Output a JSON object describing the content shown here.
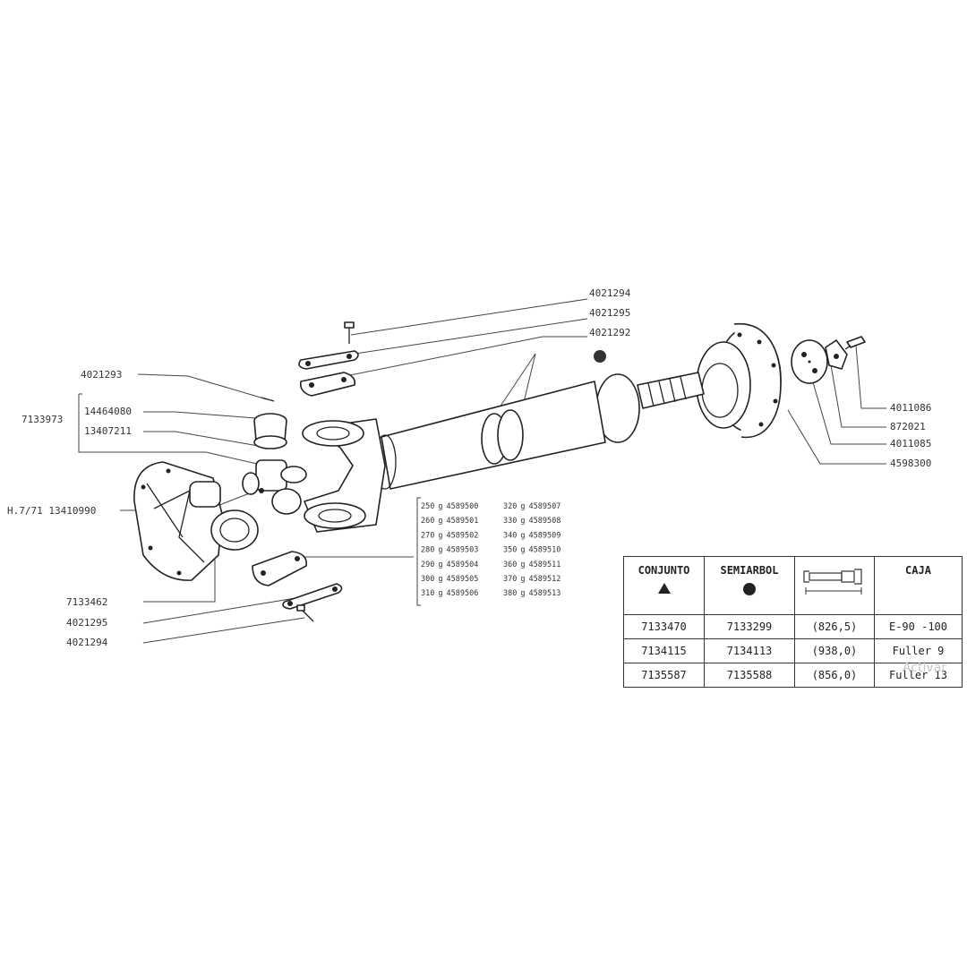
{
  "callouts": {
    "top_bolt": "4021294",
    "top_strap": "4021295",
    "top_plate": "4021292",
    "left_pin": "4021293",
    "assembly": "7133973",
    "cap": "14464080",
    "cross": "13407211",
    "lower_ref": "H.7/71  13410990",
    "housing": "7133462",
    "bottom_strap": "4021295",
    "bottom_bolt": "4021294",
    "right_bolt": "4011086",
    "right_washer": "872021",
    "right_plate": "4011085",
    "flange": "4598300"
  },
  "weights": [
    {
      "w": "250",
      "u": "g",
      "code": "4589500"
    },
    {
      "w": "260",
      "u": "g",
      "code": "4589501"
    },
    {
      "w": "270",
      "u": "g",
      "code": "4589502"
    },
    {
      "w": "280",
      "u": "g",
      "code": "4589503"
    },
    {
      "w": "290",
      "u": "g",
      "code": "4589504"
    },
    {
      "w": "300",
      "u": "g",
      "code": "4589505"
    },
    {
      "w": "310",
      "u": "g",
      "code": "4589506"
    },
    {
      "w": "320",
      "u": "g",
      "code": "4589507"
    },
    {
      "w": "330",
      "u": "g",
      "code": "4589508"
    },
    {
      "w": "340",
      "u": "g",
      "code": "4589509"
    },
    {
      "w": "350",
      "u": "g",
      "code": "4589510"
    },
    {
      "w": "360",
      "u": "g",
      "code": "4589511"
    },
    {
      "w": "370",
      "u": "g",
      "code": "4589512"
    },
    {
      "w": "380",
      "u": "g",
      "code": "4589513"
    }
  ],
  "table": {
    "headers": [
      "CONJUNTO",
      "SEMIARBOL",
      "",
      "CAJA"
    ],
    "rows": [
      [
        "7133470",
        "7133299",
        "(826,5)",
        "E-90 -100"
      ],
      [
        "7134115",
        "7134113",
        "(938,0)",
        "Fuller 9"
      ],
      [
        "7135587",
        "7135588",
        "(856,0)",
        "Fuller 13"
      ]
    ]
  },
  "watermark": "Activar"
}
